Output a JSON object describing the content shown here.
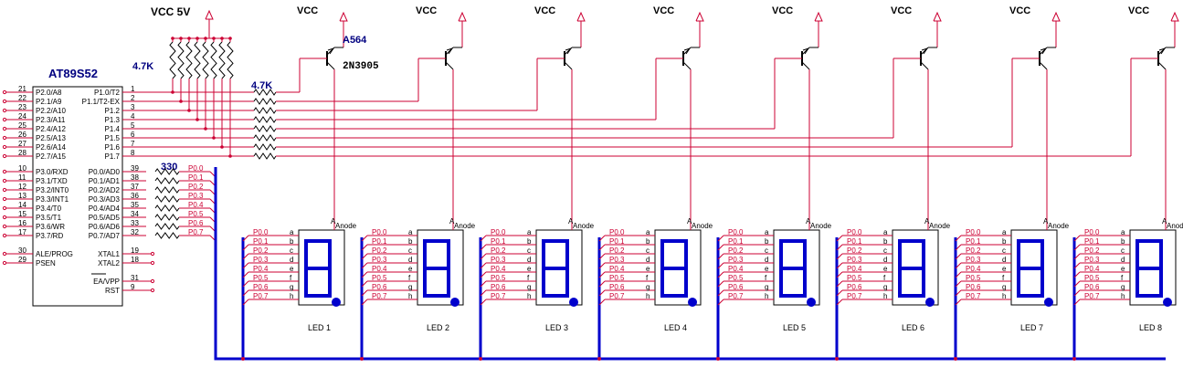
{
  "colors": {
    "wire": "#cc0033",
    "component": "#000000",
    "label_blue": "#000080",
    "bus": "#0000cc",
    "segment": "#0000cc"
  },
  "vcc_main": "VCC 5V",
  "vcc": "VCC",
  "transistor_part": "A564",
  "transistor_model": "2N3905",
  "pullup_resistor": "4.7K",
  "base_resistor": "4.7K",
  "segment_resistor": "330",
  "anode_label": "Anode",
  "anode_pin": "A",
  "chip": {
    "name": "AT89S52",
    "left_pins": [
      {
        "num": "21",
        "name": "P2.0/A8"
      },
      {
        "num": "22",
        "name": "P2.1/A9"
      },
      {
        "num": "23",
        "name": "P2.2/A10"
      },
      {
        "num": "24",
        "name": "P2.3/A11"
      },
      {
        "num": "25",
        "name": "P2.4/A12"
      },
      {
        "num": "26",
        "name": "P2.5/A13"
      },
      {
        "num": "27",
        "name": "P2.6/A14"
      },
      {
        "num": "28",
        "name": "P2.7/A15"
      },
      {
        "num": "10",
        "name": "P3.0/RXD"
      },
      {
        "num": "11",
        "name": "P3.1/TXD"
      },
      {
        "num": "12",
        "name": "P3.2/INT0"
      },
      {
        "num": "13",
        "name": "P3.3/INT1"
      },
      {
        "num": "14",
        "name": "P3.4/T0"
      },
      {
        "num": "15",
        "name": "P3.5/T1"
      },
      {
        "num": "16",
        "name": "P3.6/WR"
      },
      {
        "num": "17",
        "name": "P3.7/RD"
      },
      {
        "num": "30",
        "name": "ALE/PROG"
      },
      {
        "num": "29",
        "name": "PSEN"
      }
    ],
    "right_pins": [
      {
        "num": "1",
        "name": "P1.0/T2"
      },
      {
        "num": "2",
        "name": "P1.1/T2-EX"
      },
      {
        "num": "3",
        "name": "P1.2"
      },
      {
        "num": "4",
        "name": "P1.3"
      },
      {
        "num": "5",
        "name": "P1.4"
      },
      {
        "num": "6",
        "name": "P1.5"
      },
      {
        "num": "7",
        "name": "P1.6"
      },
      {
        "num": "8",
        "name": "P1.7"
      },
      {
        "num": "39",
        "name": "P0.0/AD0"
      },
      {
        "num": "38",
        "name": "P0.1/AD1"
      },
      {
        "num": "37",
        "name": "P0.2/AD2"
      },
      {
        "num": "36",
        "name": "P0.3/AD3"
      },
      {
        "num": "35",
        "name": "P0.4/AD4"
      },
      {
        "num": "34",
        "name": "P0.5/AD5"
      },
      {
        "num": "33",
        "name": "P0.6/AD6"
      },
      {
        "num": "32",
        "name": "P0.7/AD7"
      },
      {
        "num": "19",
        "name": "XTAL1"
      },
      {
        "num": "18",
        "name": "XTAL2"
      },
      {
        "num": "31",
        "name": "EA/VPP"
      },
      {
        "num": "9",
        "name": "RST"
      }
    ]
  },
  "bus_labels": [
    "P0.0",
    "P0.1",
    "P0.2",
    "P0.3",
    "P0.4",
    "P0.5",
    "P0.6",
    "P0.7"
  ],
  "segment_letters": [
    "a",
    "b",
    "c",
    "d",
    "e",
    "f",
    "g",
    "h"
  ],
  "leds": [
    "LED 1",
    "LED 2",
    "LED 3",
    "LED 4",
    "LED 5",
    "LED 6",
    "LED 7",
    "LED 8"
  ]
}
